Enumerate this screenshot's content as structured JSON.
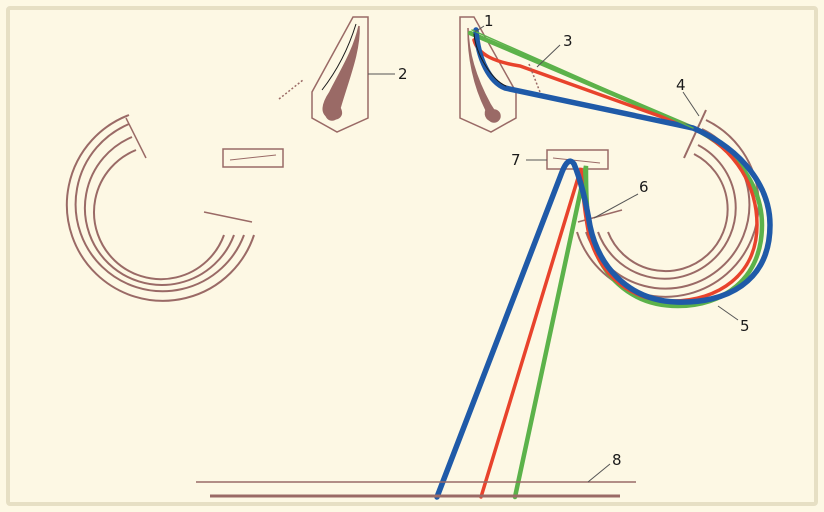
{
  "colors": {
    "background": "#fdf8e4",
    "frame": "#e6dfc4",
    "structure": "#9a6a66",
    "beam_blue": "#1f5aa8",
    "beam_red": "#e8432c",
    "beam_green": "#5cb24a",
    "leader": "#555555"
  },
  "labels": {
    "l1": "1",
    "l2": "2",
    "l3": "3",
    "l4": "4",
    "l5": "5",
    "l6": "6",
    "l7": "7",
    "l8": "8"
  }
}
